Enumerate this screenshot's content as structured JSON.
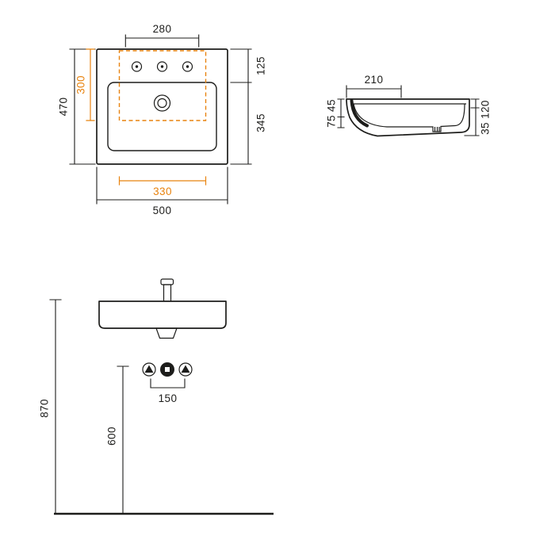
{
  "colors": {
    "line": "#1d1d1b",
    "accent": "#e8830f",
    "background": "#ffffff"
  },
  "views": {
    "top": {
      "name": "top-view-plan",
      "dims": {
        "tap_width": "280",
        "top_offset": "125",
        "bottom_offset": "345",
        "depth": "470",
        "accent_depth": "300",
        "accent_width": "330",
        "width": "500"
      }
    },
    "side": {
      "name": "side-section-view",
      "dims": {
        "top_width": "210",
        "left": "75 45",
        "right": "35 120"
      }
    },
    "front": {
      "name": "front-installation-view",
      "dims": {
        "spacing": "150",
        "lower_height": "600",
        "total_height": "870"
      }
    }
  }
}
